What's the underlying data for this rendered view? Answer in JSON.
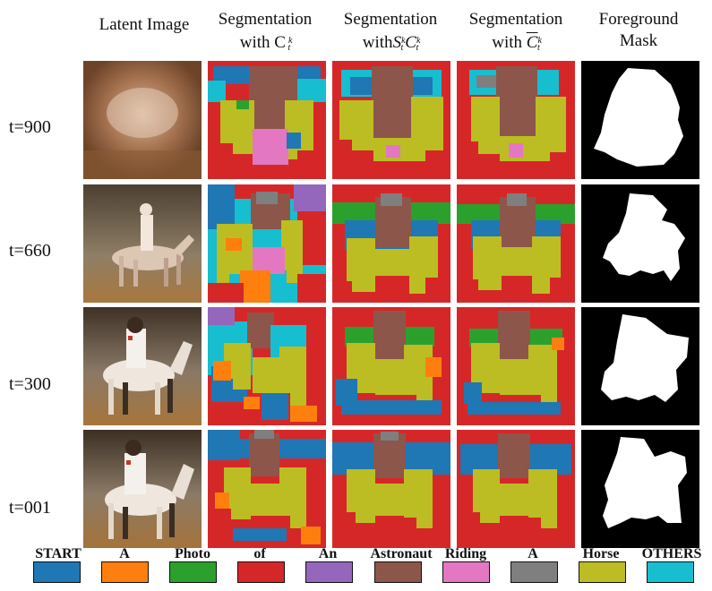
{
  "columns": {
    "latent": "Latent Image",
    "seg1": [
      "Segmentation",
      "with C",
      "t",
      "k"
    ],
    "seg2": [
      "Segmentation",
      "with",
      "S",
      "t",
      "k",
      "C",
      "t",
      "k"
    ],
    "seg3": [
      "Segmentation",
      "with ",
      "C",
      "t",
      "k"
    ],
    "mask": [
      "Foreground",
      "Mask"
    ]
  },
  "rows": [
    "t=900",
    "t=660",
    "t=300",
    "t=001"
  ],
  "legend": [
    {
      "label": "START",
      "color": "#1f77b4"
    },
    {
      "label": "A",
      "color": "#ff7f0e"
    },
    {
      "label": "Photo",
      "color": "#2ca02c"
    },
    {
      "label": "of",
      "color": "#d62728"
    },
    {
      "label": "An",
      "color": "#9467bd"
    },
    {
      "label": "Astronaut",
      "color": "#8c564b"
    },
    {
      "label": "Riding",
      "color": "#e377c2"
    },
    {
      "label": "A",
      "color": "#7f7f7f"
    },
    {
      "label": "Horse",
      "color": "#bcbd22"
    },
    {
      "label": "OTHERS",
      "color": "#17becf"
    }
  ]
}
